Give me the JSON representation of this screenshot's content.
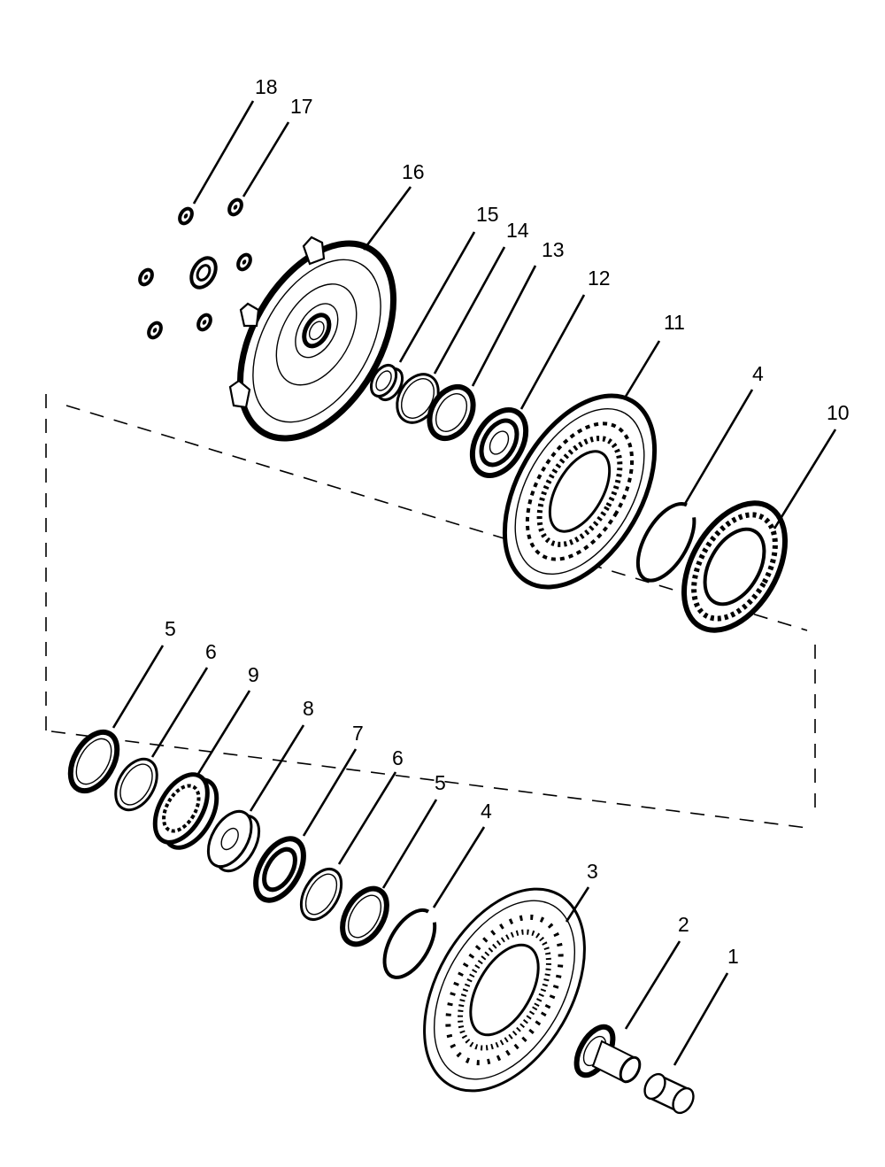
{
  "diagram": {
    "callouts": {
      "c18": "18",
      "c17": "17",
      "c16": "16",
      "c15": "15",
      "c14": "14",
      "c13": "13",
      "c12": "12",
      "c11": "11",
      "c4a": "4",
      "c10": "10",
      "c5a": "5",
      "c6a": "6",
      "c9": "9",
      "c8": "8",
      "c7": "7",
      "c6b": "6",
      "c5b": "5",
      "c4b": "4",
      "c3": "3",
      "c2": "2",
      "c1": "1"
    }
  }
}
